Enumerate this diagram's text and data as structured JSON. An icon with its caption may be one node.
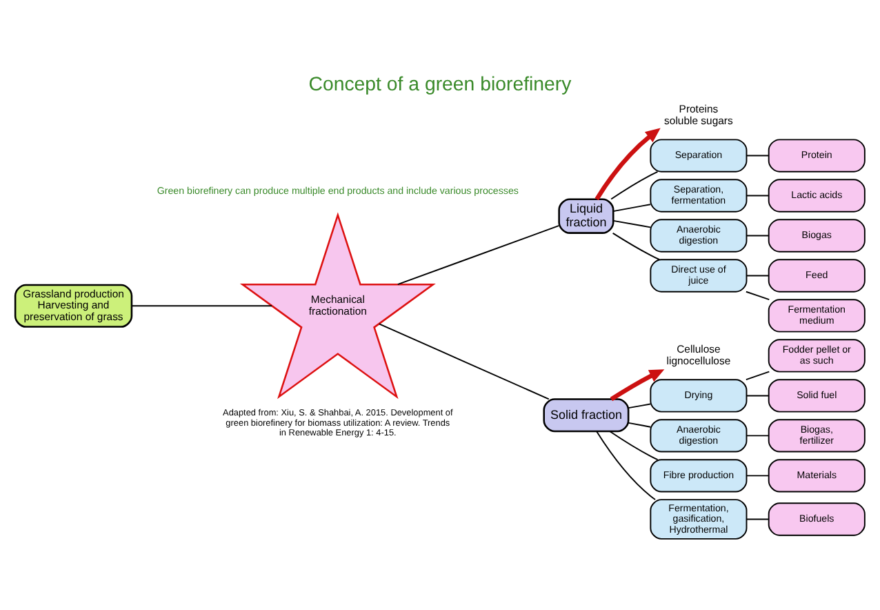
{
  "diagram": {
    "title": "Concept of a green biorefinery",
    "nodes": [
      {
        "text": [
          "Grassland production",
          "Harvesting and preservation of grass"
        ]
      },
      {
        "text": [
          "Mechanical fractionation"
        ]
      },
      {
        "text": [
          "Liquid fraction"
        ]
      },
      {
        "text": [
          "Solid fraction"
        ]
      },
      {
        "text": [
          "Proteins soluble sugars"
        ]
      },
      {
        "text": [
          "Cellulose lignocellulose"
        ]
      },
      {
        "text": [
          "Separation"
        ]
      },
      {
        "text": [
          "Separation, fermentation"
        ]
      },
      {
        "text": [
          "Anaerobic digestion"
        ]
      },
      {
        "text": [
          "Direct use of juice"
        ]
      },
      {
        "text": [
          "Drying"
        ]
      },
      {
        "text": [
          "Anaerobic digestion"
        ]
      },
      {
        "text": [
          "Fibre production"
        ]
      },
      {
        "text": [
          "Fermentation, gasification, Hydrothermal"
        ]
      },
      {
        "text": [
          "Protein"
        ]
      },
      {
        "text": [
          "Lactic acids"
        ]
      },
      {
        "text": [
          "Biogas"
        ]
      },
      {
        "text": [
          "Feed"
        ]
      },
      {
        "text": [
          "Fermentation medium"
        ]
      },
      {
        "text": [
          "Fodder pellet or as such"
        ]
      },
      {
        "text": [
          "Solid fuel"
        ]
      },
      {
        "text": [
          "Biogas, fertilizer"
        ]
      },
      {
        "text": [
          "Materials"
        ]
      },
      {
        "text": [
          "Biofuels"
        ]
      }
    ],
    "edges": [
      {
        "from": 0,
        "to": 1,
        "arrow": "none"
      },
      {
        "from": 1,
        "to": 2,
        "arrow": "none"
      },
      {
        "from": 1,
        "to": 3,
        "arrow": "none"
      },
      {
        "from": 2,
        "to": 4,
        "arrow": "to",
        "style": "thick",
        "color": "#cc1111"
      },
      {
        "from": 3,
        "to": 5,
        "arrow": "to",
        "style": "thick",
        "color": "#cc1111"
      },
      {
        "from": 2,
        "to": 6,
        "arrow": "none"
      },
      {
        "from": 2,
        "to": 7,
        "arrow": "none"
      },
      {
        "from": 2,
        "to": 8,
        "arrow": "none"
      },
      {
        "from": 2,
        "to": 9,
        "arrow": "none"
      },
      {
        "from": 3,
        "to": 10,
        "arrow": "none"
      },
      {
        "from": 3,
        "to": 11,
        "arrow": "none"
      },
      {
        "from": 3,
        "to": 12,
        "arrow": "none"
      },
      {
        "from": 3,
        "to": 13,
        "arrow": "none"
      },
      {
        "from": 6,
        "to": 14,
        "arrow": "none"
      },
      {
        "from": 7,
        "to": 15,
        "arrow": "none"
      },
      {
        "from": 8,
        "to": 16,
        "arrow": "none"
      },
      {
        "from": 9,
        "to": 17,
        "arrow": "none"
      },
      {
        "from": 9,
        "to": 18,
        "arrow": "none"
      },
      {
        "from": 10,
        "to": 19,
        "arrow": "none"
      },
      {
        "from": 10,
        "to": 20,
        "arrow": "none"
      },
      {
        "from": 11,
        "to": 21,
        "arrow": "none"
      },
      {
        "from": 12,
        "to": 22,
        "arrow": "none"
      },
      {
        "from": 13,
        "to": 23,
        "arrow": "none"
      }
    ],
    "labels": [
      "Green biorefinery can produce multiple end products and include various processes",
      "Adapted from: Xiu, S. & Shahbai, A. 2015. Development of green biorefinery for biomass utilization: A review. Trends in Renewable Energy 1: 4-15."
    ]
  }
}
